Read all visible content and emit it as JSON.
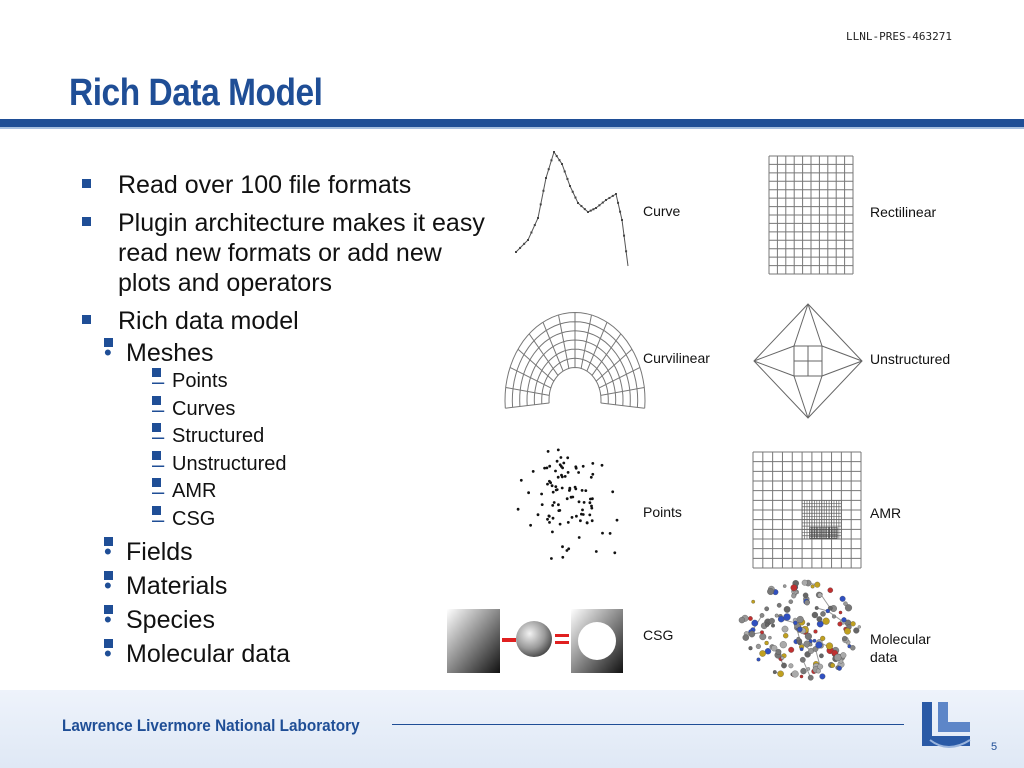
{
  "header": {
    "doc_id": "LLNL-PRES-463271",
    "title": "Rich Data Model"
  },
  "bullets": {
    "item1": "Read over 100 file formats",
    "item2": "Plugin architecture makes it easy read new formats or add new plots and operators",
    "item3": "Rich data model",
    "meshes": "Meshes",
    "mesh_types": [
      "Points",
      "Curves",
      "Structured",
      "Unstructured",
      "AMR",
      "CSG"
    ],
    "fields": "Fields",
    "materials": "Materials",
    "species": "Species",
    "molecular": "Molecular data"
  },
  "figures": {
    "curve": "Curve",
    "rectilinear": "Rectilinear",
    "curvilinear": "Curvilinear",
    "unstructured": "Unstructured",
    "points": "Points",
    "amr": "AMR",
    "csg": "CSG",
    "molecular": "Molecular data"
  },
  "colors": {
    "title": "#1f4e96",
    "minus": "#e02020"
  },
  "footer": {
    "lab": "Lawrence Livermore National Laboratory",
    "logo": "llnl-logo",
    "page": "5"
  }
}
